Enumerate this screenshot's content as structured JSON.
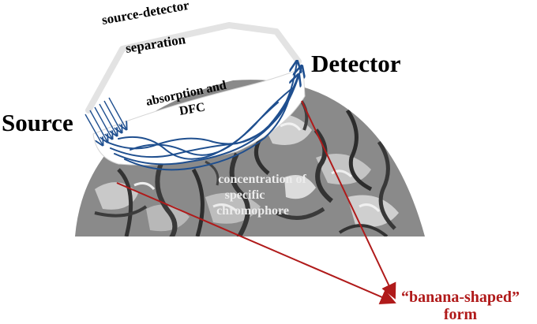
{
  "labels": {
    "source": "Source",
    "detector": "Detector",
    "separation_line1": "source-detector",
    "separation_line2": "separation",
    "absorption_line1": "absorption and",
    "absorption_line2": "DFC",
    "concentration_line1": "concentration of",
    "concentration_line2": "specific",
    "concentration_line3": "chromophore",
    "banana_line1": "“banana-shaped”",
    "banana_line2": "form"
  },
  "colors": {
    "text": "#000000",
    "arrow_red": "#b01a1a",
    "light_path_blue": "#1f4f8f",
    "banana_fill": "#ffffff",
    "separation_bracket": "#e6e6e6",
    "brain_base": "#8a8a8a",
    "brain_dark": "#3a3a3a",
    "brain_light": "#d8d8d8",
    "overlay_text": "#e8e8e8"
  },
  "icons": {
    "brain": "brain-hemisphere-texture",
    "source_rays": "incident-light-arrows",
    "detector_arrows": "exiting-light-arrows"
  }
}
